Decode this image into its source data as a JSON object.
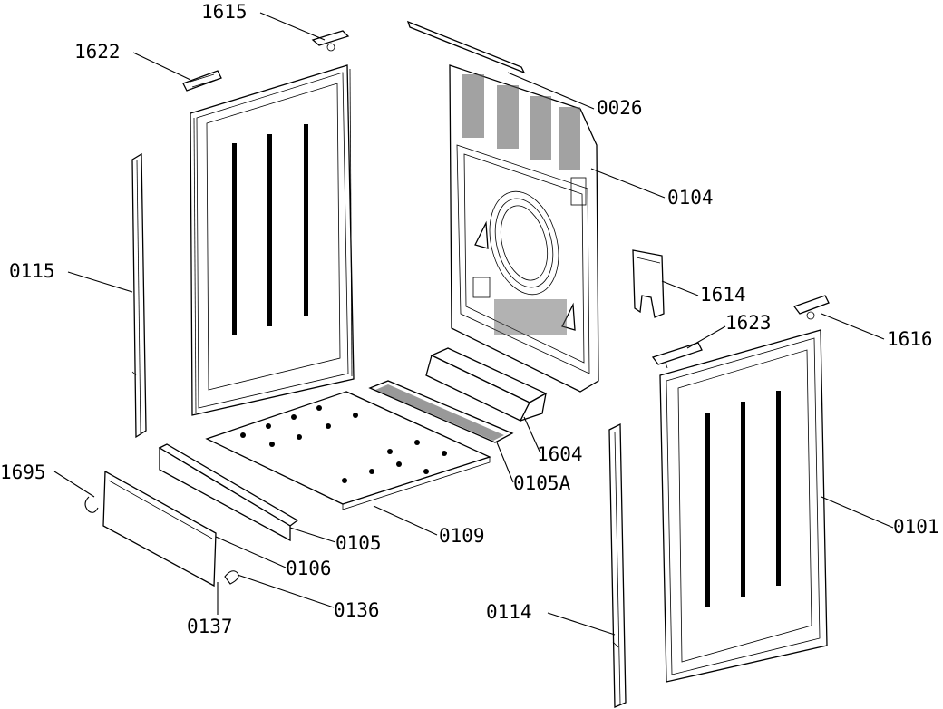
{
  "diagram": {
    "labels": {
      "p1615": "1615",
      "p1622": "1622",
      "p0026": "0026",
      "p0104": "0104",
      "p0115": "0115",
      "p1614": "1614",
      "p1623": "1623",
      "p1616": "1616",
      "p1604": "1604",
      "p0105A": "0105A",
      "p1695": "1695",
      "p0105": "0105",
      "p0109": "0109",
      "p0101": "0101",
      "p0106": "0106",
      "p0136": "0136",
      "p0114": "0114",
      "p0137": "0137"
    }
  }
}
